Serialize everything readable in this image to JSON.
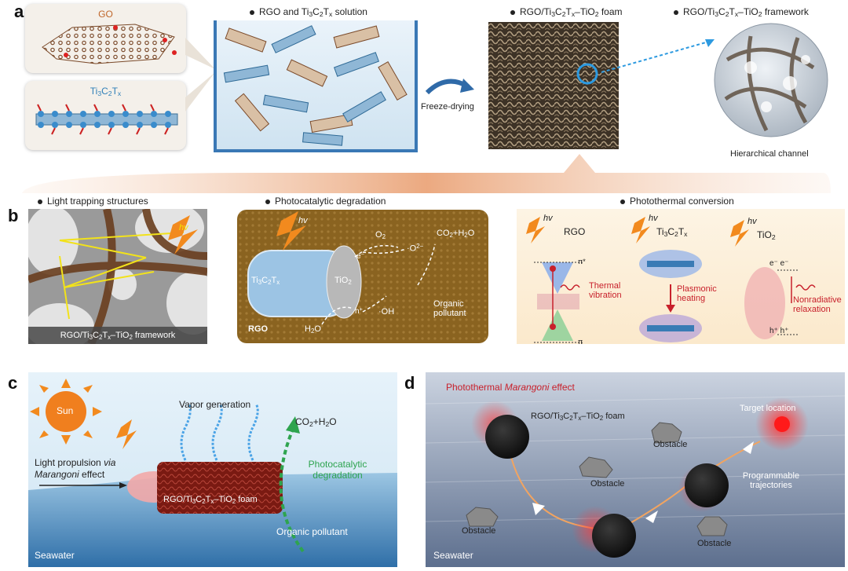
{
  "panel_labels": {
    "a": "a",
    "b": "b",
    "c": "c",
    "d": "d"
  },
  "panel_a": {
    "go_label": "GO",
    "mxene_label": [
      "Ti",
      "3",
      "C",
      "2",
      "T",
      "x"
    ],
    "solution_caption": [
      "RGO and Ti",
      "3",
      "C",
      "2",
      "T",
      "x",
      " solution"
    ],
    "freeze_label": "Freeze-drying",
    "foam_caption": [
      "RGO/Ti",
      "3",
      "C",
      "2",
      "T",
      "x",
      "–TiO",
      "2",
      " foam"
    ],
    "framework_caption": [
      "RGO/Ti",
      "3",
      "C",
      "2",
      "T",
      "x",
      "–TiO",
      "2",
      " framework"
    ],
    "channel_label": "Hierarchical channel"
  },
  "panel_b": {
    "light_caption": "Light trapping structures",
    "photocat_caption": "Photocatalytic degradation",
    "photothermal_caption": "Photothermal conversion",
    "hv": "hv",
    "framework_label": [
      "RGO/Ti",
      "3",
      "C",
      "2",
      "T",
      "x",
      "–TiO",
      "2",
      " framework"
    ],
    "ti3c2tx": [
      "Ti",
      "3",
      "C",
      "2",
      "T",
      "x"
    ],
    "tio2": [
      "TiO",
      "2"
    ],
    "o2": [
      "O",
      "2"
    ],
    "eminus": [
      "e",
      "−"
    ],
    "o2radical": [
      "·O",
      "2−"
    ],
    "co2h2o": [
      "CO",
      "2",
      "+H",
      "2",
      "O"
    ],
    "h2o": [
      "H",
      "2",
      "O"
    ],
    "hplus": [
      "h",
      "+"
    ],
    "oh": "·OH",
    "organic": "Organic pollutant",
    "rgo": "RGO",
    "rgo_label": "RGO",
    "pi_star": "π*",
    "pi": "π",
    "thermal_vibration": "Thermal vibration",
    "plasmonic_heating": "Plasmonic heating",
    "electrons": "e⁻  e⁻",
    "holes": "h⁺  h⁺",
    "nonradiative": "Nonradiative relaxation"
  },
  "panel_c": {
    "sun": "Sun",
    "vapor": "Vapor generation",
    "co2h2o": [
      "CO",
      "2",
      "+H",
      "2",
      "O"
    ],
    "light_prop_1": "Light propulsion ",
    "light_prop_via": "via",
    "light_prop_2": "Marangoni",
    "light_prop_3": " effect",
    "photocat": "Photocatalytic degradation",
    "foam": [
      "RGO/Ti",
      "3",
      "C",
      "2",
      "T",
      "x",
      "–TiO",
      "2",
      " foam"
    ],
    "organic": "Organic pollutant",
    "seawater": "Seawater"
  },
  "panel_d": {
    "title_1": "Photothermal ",
    "title_2": "Marangoni",
    "title_3": " effect",
    "foam": [
      "RGO/Ti",
      "3",
      "C",
      "2",
      "T",
      "x",
      "–TiO",
      "2",
      " foam"
    ],
    "target": "Target location",
    "obstacle": "Obstacle",
    "programmable": "Programmable trajectories",
    "seawater": "Seawater"
  },
  "colors": {
    "mxene_blue": "#2f7fb8",
    "go_orange": "#c0662a",
    "rgo_brown": "#7a4e14",
    "accent_red": "#c8202b",
    "green": "#2ea44f",
    "sea_top": "#d6ebf6",
    "sea_bottom": "#3b7fb6"
  }
}
